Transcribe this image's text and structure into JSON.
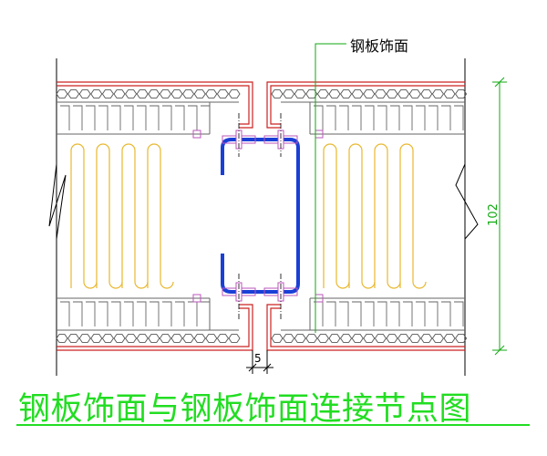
{
  "callout": {
    "label": "钢板饰面"
  },
  "dimensions": {
    "total_thickness": "102",
    "joint_gap": "5"
  },
  "title": "钢板饰面与钢板饰面连接节点图",
  "colors": {
    "skin": "#cc2222",
    "hex_fill": "#555555",
    "core_wave": "#e8b830",
    "steel_channel": "#1a3fd6",
    "fastener": "#bb55bb",
    "dimension": "#11aa11",
    "title": "#22dd22"
  }
}
